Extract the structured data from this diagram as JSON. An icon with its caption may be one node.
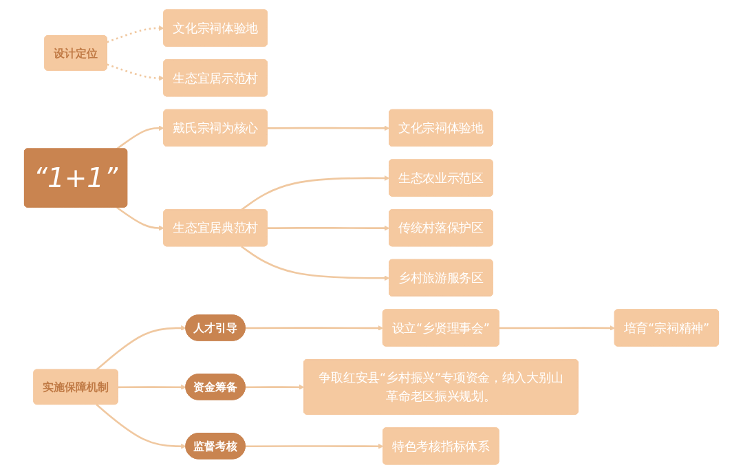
{
  "diagram": {
    "nodes": [
      {
        "text": [
          "设计定位"
        ]
      },
      {
        "text": [
          "文化宗祠体验地"
        ]
      },
      {
        "text": [
          "生态宜居示范村"
        ]
      },
      {
        "text": [
          "“1+1”"
        ]
      },
      {
        "text": [
          "戴氏宗祠为核心"
        ]
      },
      {
        "text": [
          "文化宗祠体验地"
        ]
      },
      {
        "text": [
          "生态宜居典范村"
        ]
      },
      {
        "text": [
          "生态农业示范区"
        ]
      },
      {
        "text": [
          "传统村落保护区"
        ]
      },
      {
        "text": [
          "乡村旅游服务区"
        ]
      },
      {
        "text": [
          "实施保障机制"
        ]
      },
      {
        "text": [
          "人才引导"
        ]
      },
      {
        "text": [
          "资金筹备"
        ]
      },
      {
        "text": [
          "监督考核"
        ]
      },
      {
        "text": [
          "设立“乡贤理事会”"
        ]
      },
      {
        "text": [
          "培育“宗祠精神”"
        ]
      },
      {
        "text": [
          "争取红安县“乡村振兴”专项资金，纳入大别山革命老区振兴规划。"
        ]
      },
      {
        "text": [
          "特色考核指标体系"
        ]
      }
    ],
    "edges": [
      {
        "from": 0,
        "to": 1,
        "arrow": "to",
        "style": "dashed"
      },
      {
        "from": 0,
        "to": 2,
        "arrow": "to",
        "style": "dashed"
      },
      {
        "from": 3,
        "to": 4,
        "arrow": "to"
      },
      {
        "from": 3,
        "to": 6,
        "arrow": "to"
      },
      {
        "from": 4,
        "to": 5,
        "arrow": "to"
      },
      {
        "from": 6,
        "to": 7,
        "arrow": "to"
      },
      {
        "from": 6,
        "to": 8,
        "arrow": "to"
      },
      {
        "from": 6,
        "to": 9,
        "arrow": "to"
      },
      {
        "from": 10,
        "to": 11,
        "arrow": "to"
      },
      {
        "from": 10,
        "to": 12,
        "arrow": "to"
      },
      {
        "from": 10,
        "to": 13,
        "arrow": "to"
      },
      {
        "from": 11,
        "to": 14,
        "arrow": "to"
      },
      {
        "from": 14,
        "to": 15,
        "arrow": "to"
      },
      {
        "from": 12,
        "to": 16,
        "arrow": "to"
      },
      {
        "from": 13,
        "to": 17,
        "arrow": "to"
      }
    ]
  }
}
